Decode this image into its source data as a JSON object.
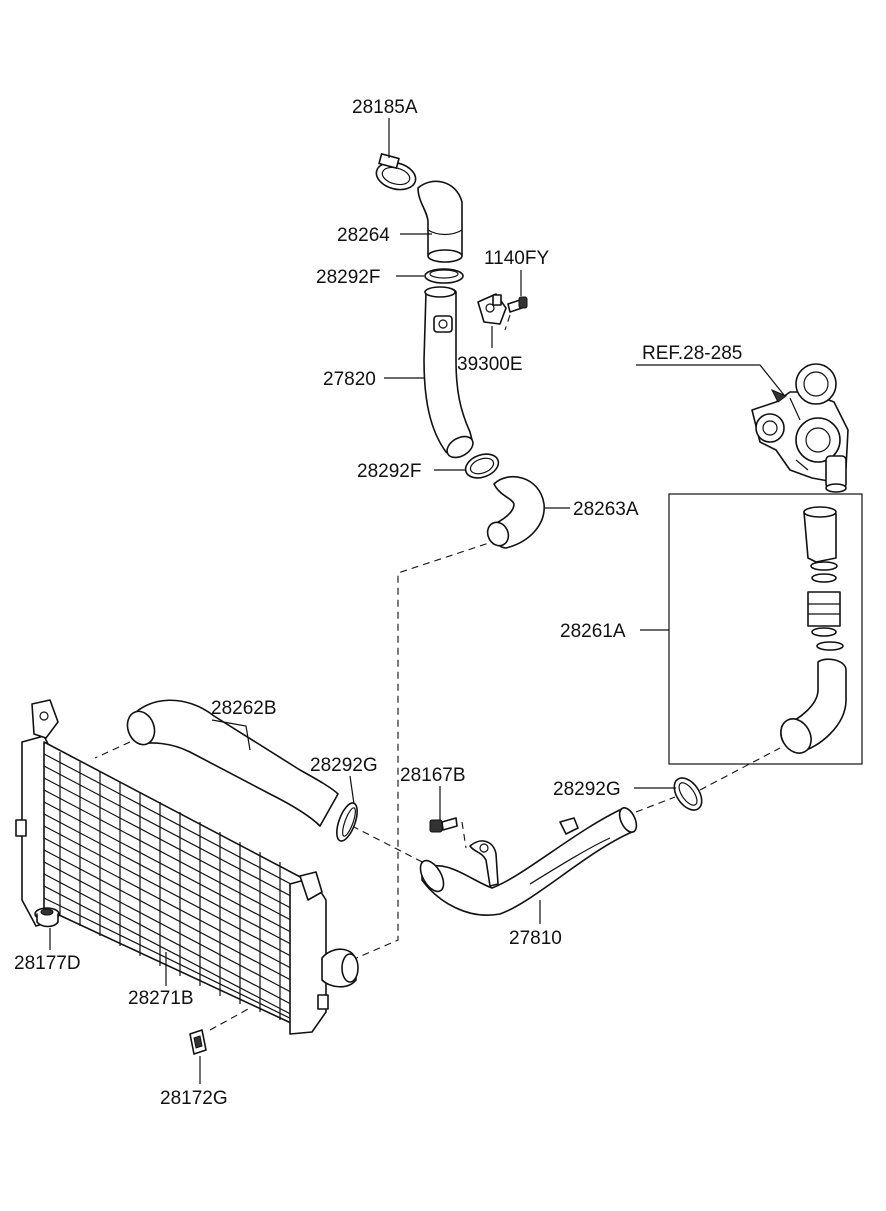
{
  "labels": {
    "p28185A": "28185A",
    "p28264": "28264",
    "p28292F_top": "28292F",
    "p1140FY": "1140FY",
    "p39300E": "39300E",
    "p27820": "27820",
    "pREF": "REF.28-285",
    "p28292F_mid": "28292F",
    "p28263A": "28263A",
    "p28261A": "28261A",
    "p28262B": "28262B",
    "p28292G_left": "28292G",
    "p28167B": "28167B",
    "p28292G_right": "28292G",
    "p27810": "27810",
    "p28177D": "28177D",
    "p28271B": "28271B",
    "p28172G": "28172G"
  }
}
